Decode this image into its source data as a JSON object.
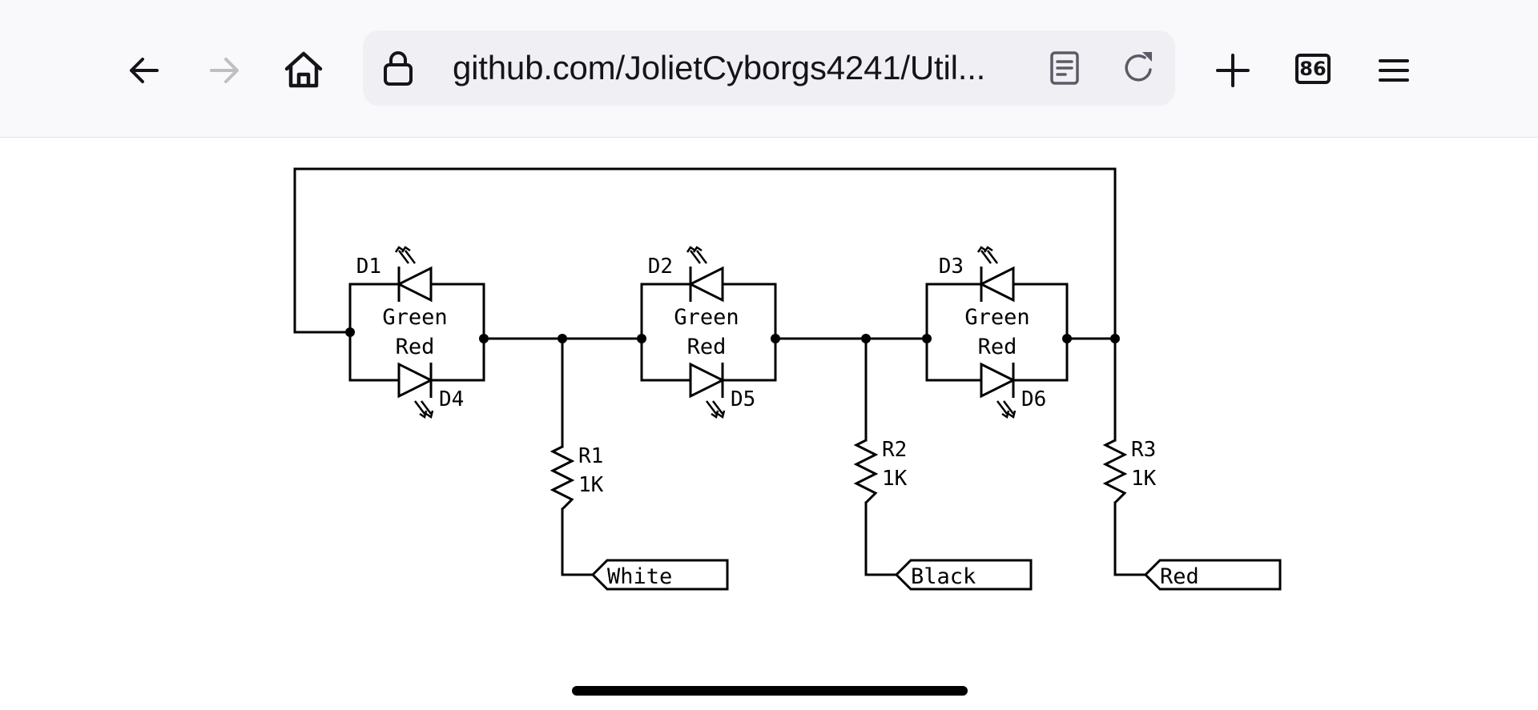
{
  "browser": {
    "back_icon": "arrow-left-icon",
    "forward_icon": "arrow-right-icon",
    "forward_enabled": false,
    "home_icon": "home-icon",
    "lock_icon": "lock-icon",
    "url_display": "github.com/JolietCyborgs4241/Util...",
    "reader_icon": "reader-view-icon",
    "reload_icon": "reload-icon",
    "new_tab_icon": "plus-icon",
    "tab_count": "86",
    "menu_icon": "hamburger-menu-icon"
  },
  "schematic": {
    "colors": {
      "wire": "#000000",
      "background": "#ffffff"
    },
    "led_pairs": [
      {
        "top": {
          "ref": "D1",
          "color": "Green"
        },
        "bottom": {
          "ref": "D4",
          "color": "Red"
        }
      },
      {
        "top": {
          "ref": "D2",
          "color": "Green"
        },
        "bottom": {
          "ref": "D5",
          "color": "Red"
        }
      },
      {
        "top": {
          "ref": "D3",
          "color": "Green"
        },
        "bottom": {
          "ref": "D6",
          "color": "Red"
        }
      }
    ],
    "resistors": [
      {
        "ref": "R1",
        "value": "1K",
        "net_label": "White"
      },
      {
        "ref": "R2",
        "value": "1K",
        "net_label": "Black"
      },
      {
        "ref": "R3",
        "value": "1K",
        "net_label": "Red"
      }
    ]
  }
}
